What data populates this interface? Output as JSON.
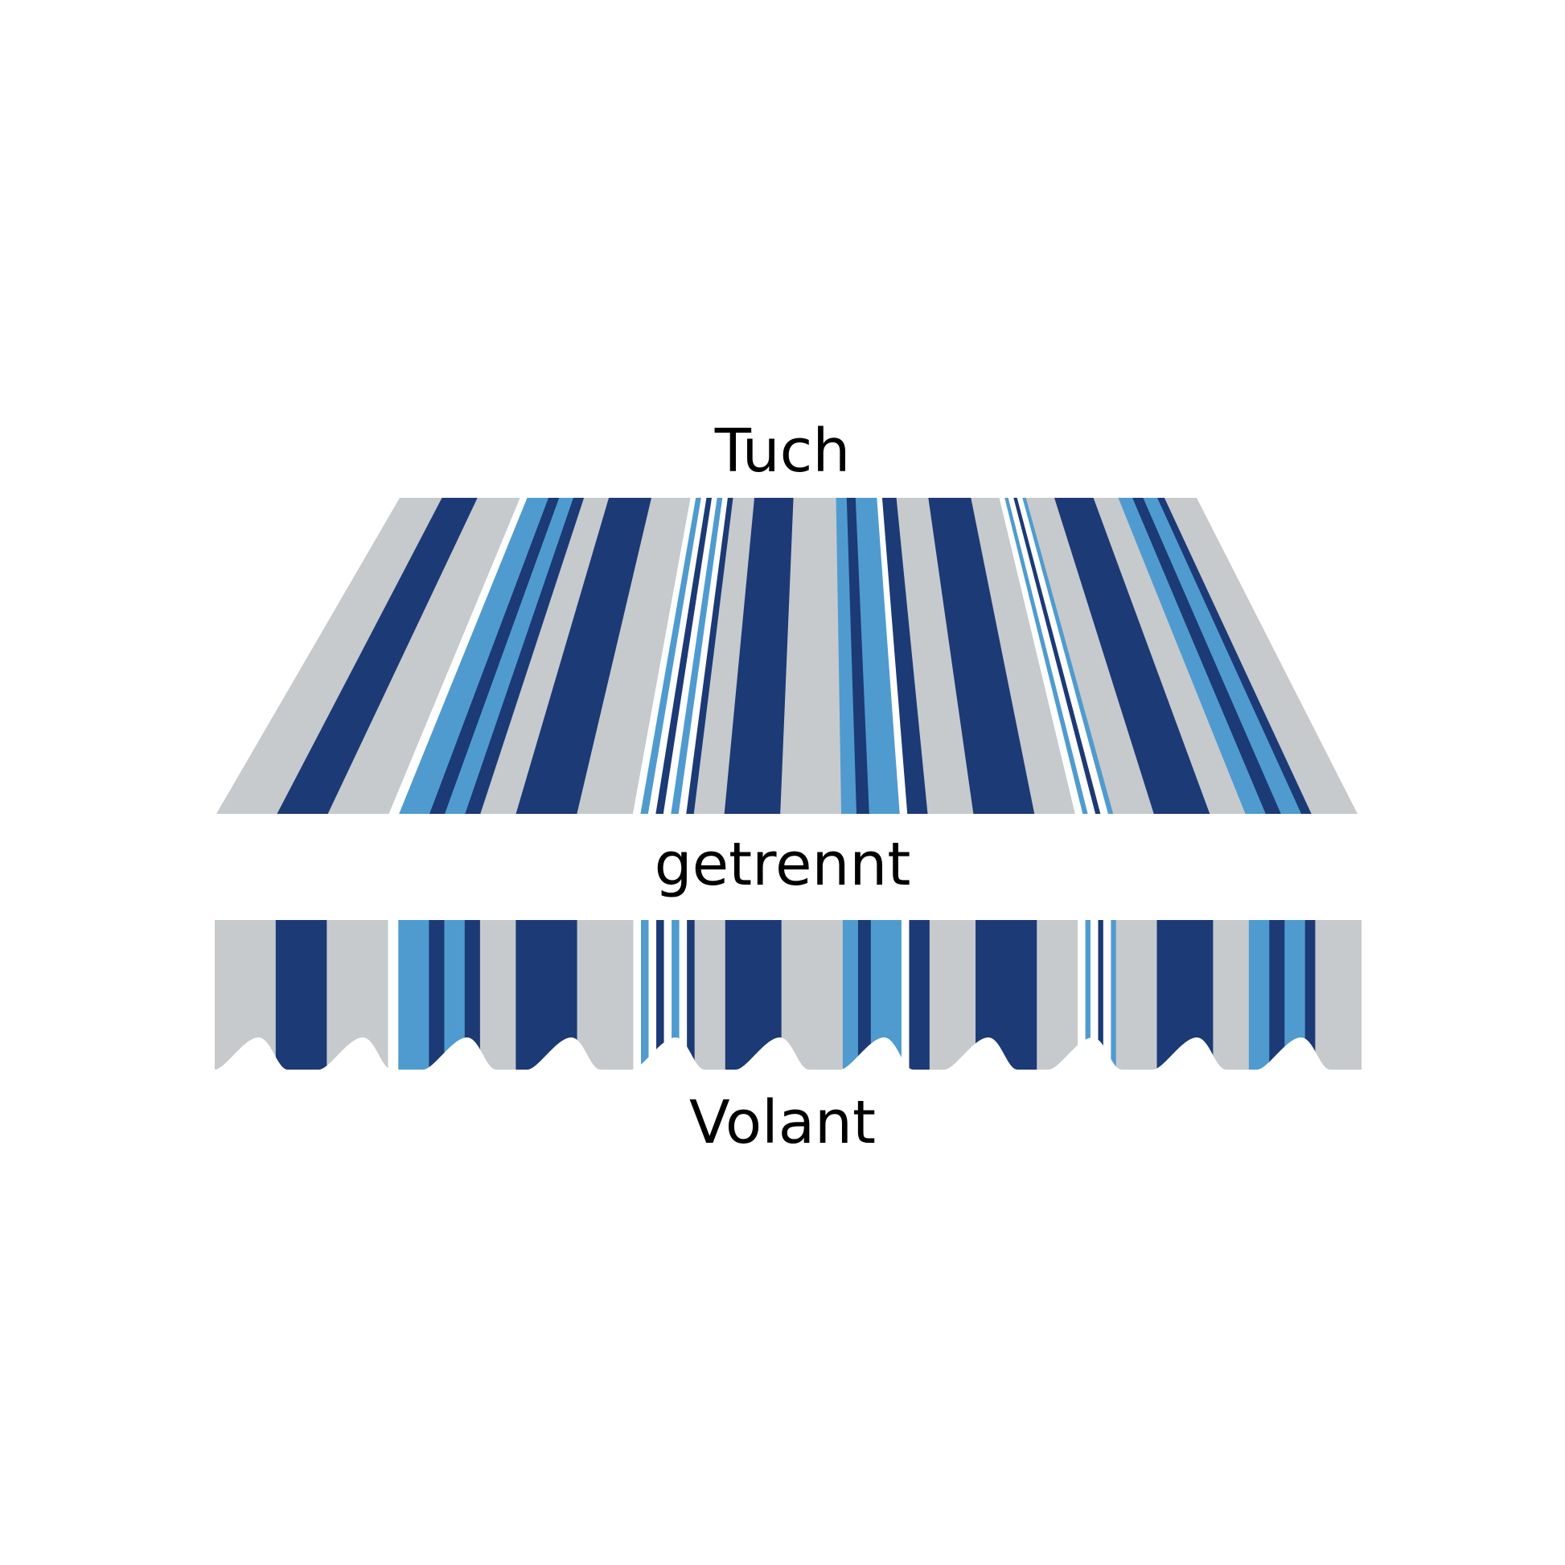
{
  "labels": {
    "tuch": "Tuch",
    "getrennt": "getrennt",
    "volant": "Volant"
  },
  "colors": {
    "navy": "#1c3a75",
    "light_blue": "#4f9bcf",
    "gray": "#c6cacd",
    "white": "#ffffff",
    "text": "#000000"
  },
  "stripe_pattern": [
    [
      "gray",
      24
    ],
    [
      "navy",
      20
    ],
    [
      "gray",
      24
    ],
    [
      "white",
      4
    ],
    [
      "light_blue",
      12
    ],
    [
      "navy",
      6
    ],
    [
      "light_blue",
      8
    ],
    [
      "navy",
      6
    ],
    [
      "gray",
      14
    ],
    [
      "navy",
      24
    ],
    [
      "gray",
      22
    ],
    [
      "white",
      3
    ],
    [
      "light_blue",
      3
    ],
    [
      "white",
      3
    ],
    [
      "navy",
      3
    ],
    [
      "white",
      3
    ],
    [
      "light_blue",
      3
    ],
    [
      "white",
      3
    ],
    [
      "navy",
      3
    ],
    [
      "gray",
      12
    ],
    [
      "navy",
      22
    ],
    [
      "gray",
      24
    ],
    [
      "light_blue",
      6
    ],
    [
      "navy",
      5
    ],
    [
      "light_blue",
      12
    ],
    [
      "white",
      3
    ],
    [
      "navy",
      8
    ],
    [
      "gray",
      18
    ],
    [
      "navy",
      24
    ],
    [
      "gray",
      16
    ],
    [
      "white",
      3
    ],
    [
      "light_blue",
      2
    ],
    [
      "white",
      3
    ],
    [
      "navy",
      2
    ],
    [
      "white",
      3
    ],
    [
      "light_blue",
      2
    ],
    [
      "gray",
      16
    ],
    [
      "navy",
      22
    ],
    [
      "gray",
      14
    ],
    [
      "light_blue",
      8
    ],
    [
      "navy",
      6
    ],
    [
      "light_blue",
      8
    ],
    [
      "navy",
      4
    ],
    [
      "gray",
      18
    ]
  ]
}
